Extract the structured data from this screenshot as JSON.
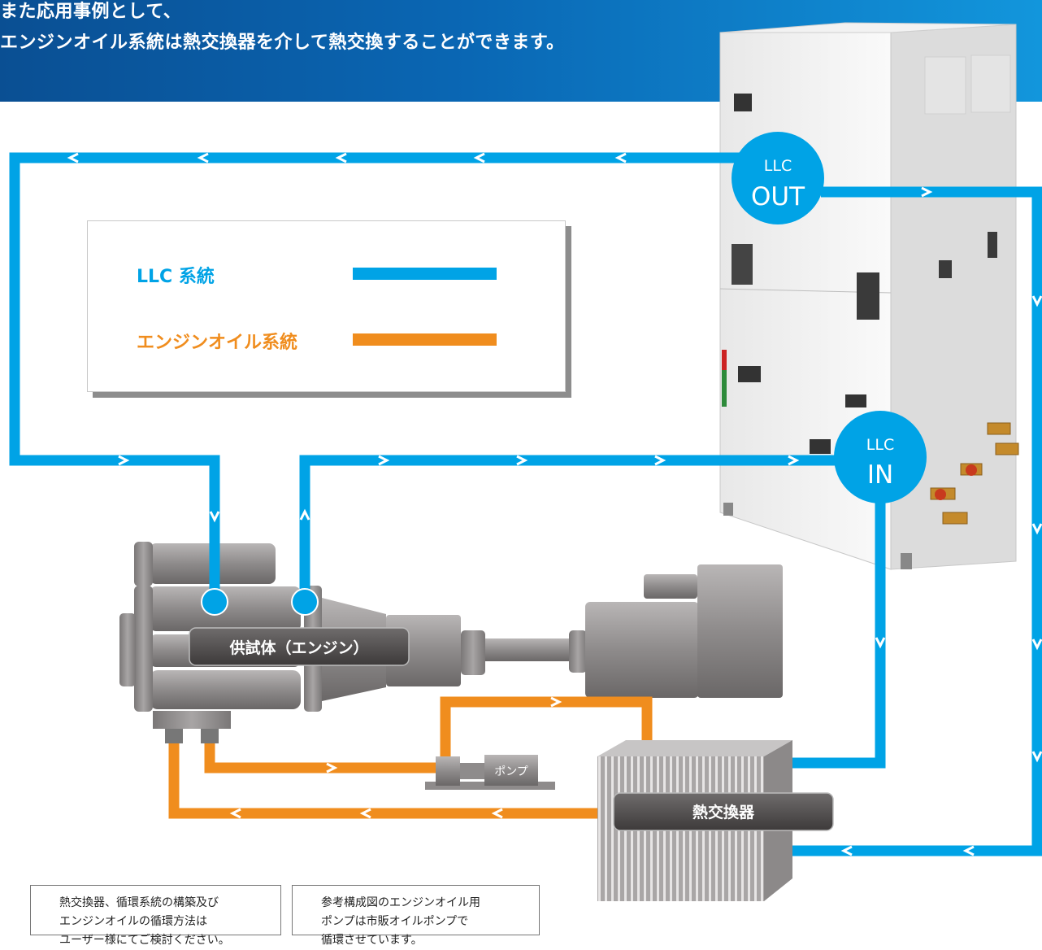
{
  "header": {
    "line1": "また応用事例として、",
    "line2": "エンジンオイル系統は熱交換器を介して熱交換することができます。"
  },
  "legend": {
    "llc_label": "LLC 系統",
    "oil_label": "エンジンオイル系統"
  },
  "ports": {
    "out_top": "LLC",
    "out_bottom": "OUT",
    "in_top": "LLC",
    "in_bottom": "IN"
  },
  "components": {
    "engine_label": "供試体（エンジン）",
    "pump_label": "ポンプ",
    "heat_exchanger_label": "熱交換器"
  },
  "notes": {
    "note1": [
      "熱交換器、循環系統の構築及び",
      "エンジンオイルの循環方法は",
      "ユーザー様にてご検討ください。"
    ],
    "note2": [
      "参考構成図のエンジンオイル用",
      "ポンプは市販オイルポンプで",
      "循環させています。"
    ]
  },
  "colors": {
    "llc": "#00a3e6",
    "oil": "#f08d1e",
    "header": "#0a67b4"
  }
}
